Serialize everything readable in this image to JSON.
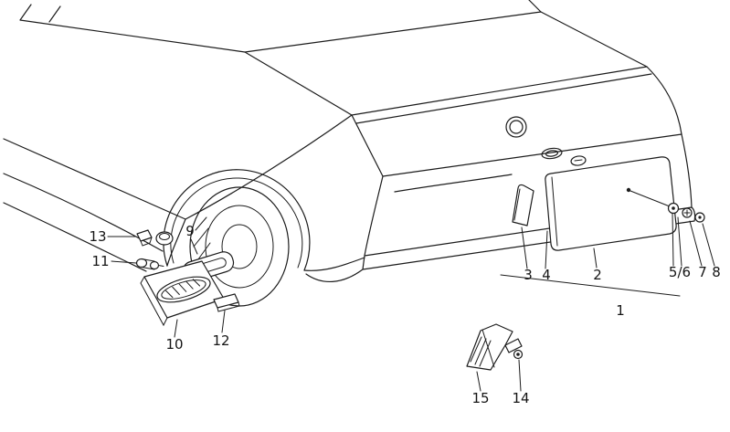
{
  "figure": {
    "kind": "exploded-parts-line-drawing",
    "subject": "car rear quarter with tail panel, license plate base and lamp parts",
    "background_color": "#ffffff",
    "line_color": "#1c1c1c",
    "callouts": [
      {
        "id": "13",
        "label": "13"
      },
      {
        "id": "11",
        "label": "11"
      },
      {
        "id": "9",
        "label": "9"
      },
      {
        "id": "10",
        "label": "10"
      },
      {
        "id": "12",
        "label": "12"
      },
      {
        "id": "3",
        "label": "3"
      },
      {
        "id": "4",
        "label": "4"
      },
      {
        "id": "2",
        "label": "2"
      },
      {
        "id": "5-6",
        "label": "5/6"
      },
      {
        "id": "7",
        "label": "7"
      },
      {
        "id": "8",
        "label": "8"
      },
      {
        "id": "1",
        "label": "1"
      },
      {
        "id": "15",
        "label": "15"
      },
      {
        "id": "14",
        "label": "14"
      }
    ]
  }
}
